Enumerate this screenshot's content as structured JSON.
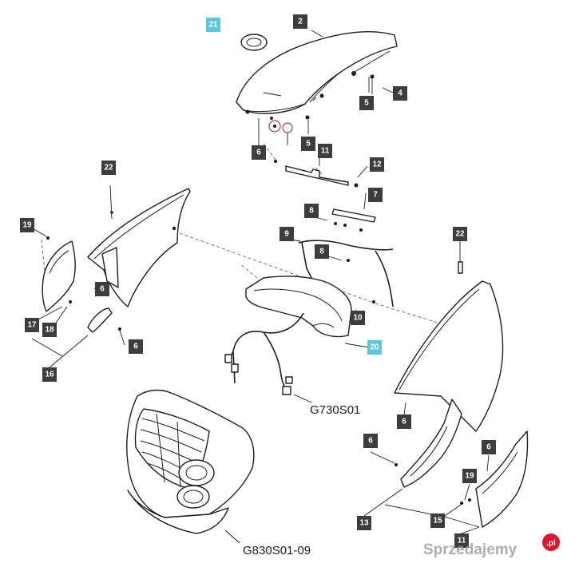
{
  "callouts": [
    {
      "id": "c21a",
      "label": "21",
      "highlight": true
    },
    {
      "id": "c2",
      "label": "2",
      "highlight": false
    },
    {
      "id": "c4",
      "label": "4",
      "highlight": false
    },
    {
      "id": "c5a",
      "label": "5",
      "highlight": false
    },
    {
      "id": "c5b",
      "label": "5",
      "highlight": false
    },
    {
      "id": "c6a",
      "label": "6",
      "highlight": false
    },
    {
      "id": "c11a",
      "label": "11",
      "highlight": false
    },
    {
      "id": "c12",
      "label": "12",
      "highlight": false
    },
    {
      "id": "c22a",
      "label": "22",
      "highlight": false
    },
    {
      "id": "c7",
      "label": "7",
      "highlight": false
    },
    {
      "id": "c8a",
      "label": "8",
      "highlight": false
    },
    {
      "id": "c9",
      "label": "9",
      "highlight": false
    },
    {
      "id": "c8b",
      "label": "8",
      "highlight": false
    },
    {
      "id": "c19a",
      "label": "19",
      "highlight": false
    },
    {
      "id": "c6b",
      "label": "6",
      "highlight": false
    },
    {
      "id": "c17",
      "label": "17",
      "highlight": false
    },
    {
      "id": "c18",
      "label": "18",
      "highlight": false
    },
    {
      "id": "c6c",
      "label": "6",
      "highlight": false
    },
    {
      "id": "c16",
      "label": "16",
      "highlight": false
    },
    {
      "id": "c10",
      "label": "10",
      "highlight": false
    },
    {
      "id": "c20",
      "label": "20",
      "highlight": true
    },
    {
      "id": "c22b",
      "label": "22",
      "highlight": false
    },
    {
      "id": "c6d",
      "label": "6",
      "highlight": false
    },
    {
      "id": "c6e",
      "label": "6",
      "highlight": false
    },
    {
      "id": "c6f",
      "label": "6",
      "highlight": false
    },
    {
      "id": "c19b",
      "label": "19",
      "highlight": false
    },
    {
      "id": "c13",
      "label": "13",
      "highlight": false
    },
    {
      "id": "c15",
      "label": "15",
      "highlight": false
    },
    {
      "id": "c11b",
      "label": "11",
      "highlight": false
    }
  ],
  "references": [
    {
      "id": "ref1",
      "text": "G730S01"
    },
    {
      "id": "ref2",
      "text": "G830S01-09"
    }
  ],
  "watermark": {
    "text": "Sprzedajemy",
    "suffix": ".pl"
  },
  "colors": {
    "callout_fill": "#3d3d3d",
    "callout_text": "#ffffff",
    "highlight_fill": "#5cc8de",
    "highlight_text": "#ffffff",
    "line": "#1e1e1e",
    "watermark_accent": "#e2142d"
  }
}
